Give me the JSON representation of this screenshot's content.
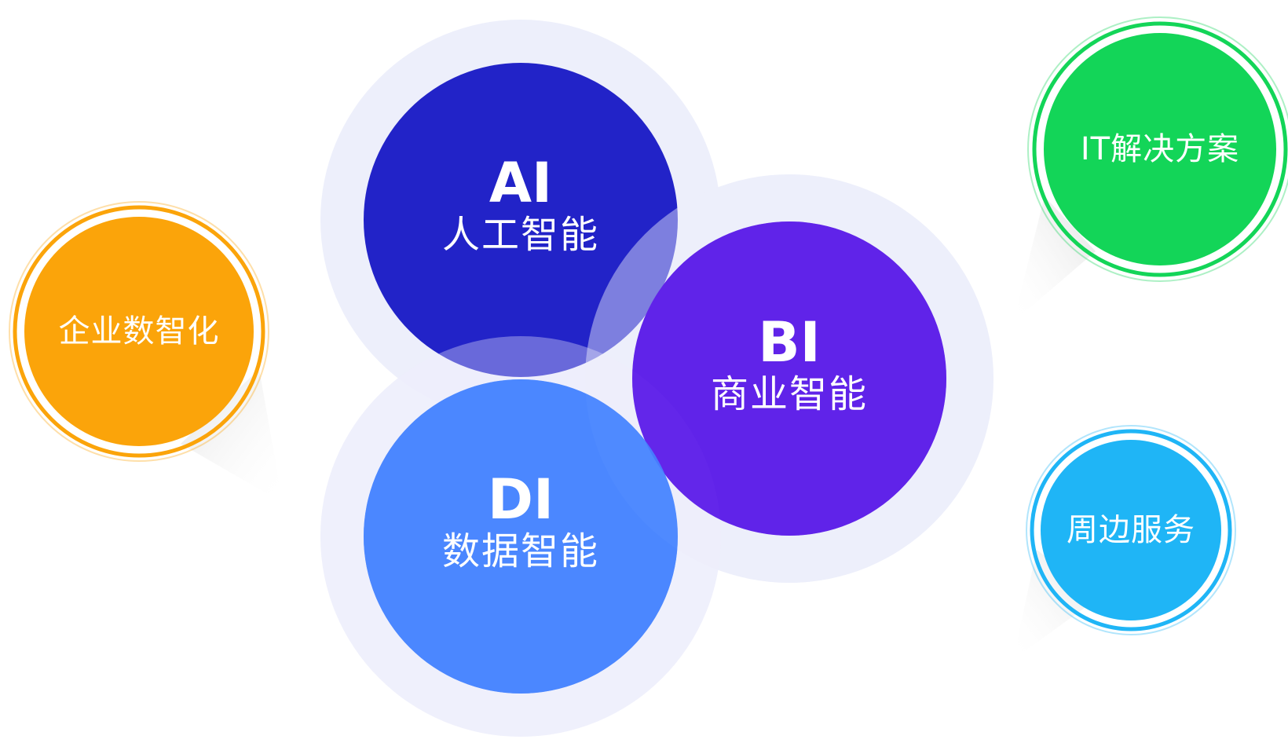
{
  "diagram": {
    "core": [
      {
        "id": "ai",
        "abbr": "AI",
        "label": "人工智能",
        "color": "#2223C8"
      },
      {
        "id": "bi",
        "abbr": "BI",
        "label": "商业智能",
        "color": "#5B1BE8"
      },
      {
        "id": "di",
        "abbr": "DI",
        "label": "数据智能",
        "color": "#4583FF"
      }
    ],
    "satellites": [
      {
        "id": "enterprise",
        "label": "企业数智化",
        "color": "#FBA40A"
      },
      {
        "id": "it",
        "label": "IT解决方案",
        "color": "#13D558"
      },
      {
        "id": "service",
        "label": "周边服务",
        "color": "#1FB5F6"
      }
    ]
  }
}
